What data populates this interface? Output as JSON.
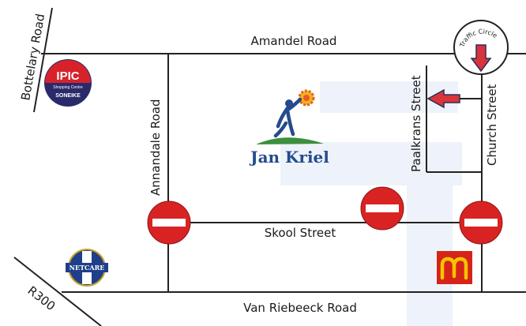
{
  "map": {
    "roads": {
      "amandel": "Amandel Road",
      "bottelary": "Bottelary Road",
      "annandale": "Annandale Road",
      "paalkrans": "Paalkrans Street",
      "church": "Church Street",
      "skool": "Skool Street",
      "van_riebeeck": "Van Riebeeck Road",
      "r300": "R300"
    },
    "traffic_circle_label": "Traffic Circle",
    "landmarks": {
      "ipic": {
        "title": "IPIC",
        "subtitle": "Shopping Centre",
        "bottom": "SONEIKE"
      },
      "jan_kriel": "Jan Kriel",
      "netcare": "NETCARE",
      "mcdonalds_icon": "mcdonalds-logo-icon"
    },
    "colors": {
      "road": "#222222",
      "no_entry_red": "#d92323",
      "arrow_red": "#d9343b",
      "arrow_outline": "#2a2f5a",
      "jan_kriel_blue": "#244b8c",
      "jan_kriel_green": "#3b8f3e",
      "ipic_bg": "#2a2a6b",
      "ipic_red": "#d8222a",
      "netcare_blue": "#1f3f8a",
      "mcd_red": "#d62418",
      "mcd_yellow": "#f6c500",
      "ghost_blue": "#eef2fa"
    }
  }
}
